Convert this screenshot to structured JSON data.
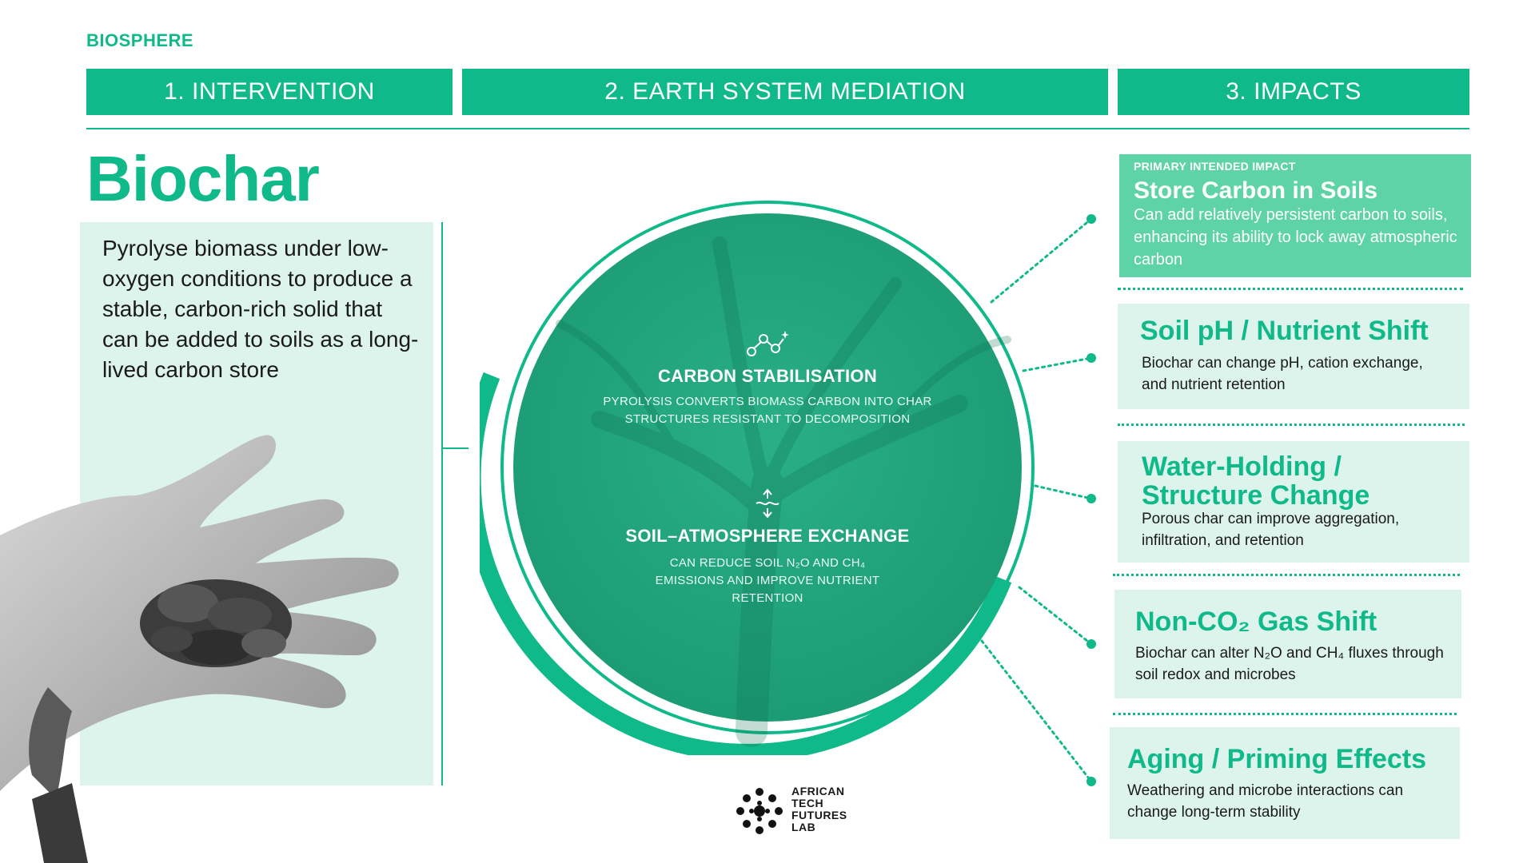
{
  "section_label": "BIOSPHERE",
  "columns": [
    {
      "label": "1. INTERVENTION"
    },
    {
      "label": "2. EARTH SYSTEM MEDIATION"
    },
    {
      "label": "3. IMPACTS"
    }
  ],
  "intervention": {
    "title": "Biochar",
    "description": "Pyrolyse biomass under low-oxygen conditions to produce a stable, carbon-rich solid that can be added to soils as a long-lived carbon store"
  },
  "mediation": [
    {
      "icon": "molecule-icon",
      "title": "CARBON STABILISATION",
      "description": "PYROLYSIS CONVERTS BIOMASS CARBON INTO CHAR STRUCTURES RESISTANT TO DECOMPOSITION"
    },
    {
      "icon": "exchange-arrows-icon",
      "title": "SOIL–ATMOSPHERE EXCHANGE",
      "description": "CAN REDUCE SOIL N₂O AND CH₄ EMISSIONS AND IMPROVE NUTRIENT RETENTION"
    }
  ],
  "primary_impact": {
    "kicker": "PRIMARY INTENDED IMPACT",
    "title": "Store Carbon in Soils",
    "description": "Can add relatively persistent carbon to soils, enhancing its ability to lock away atmospheric carbon"
  },
  "impacts": [
    {
      "title": "Soil pH / Nutrient Shift",
      "description": "Biochar can change pH, cation exchange, and nutrient retention"
    },
    {
      "title": "Water-Holding / Structure Change",
      "description": "Porous char can improve aggregation, infiltration, and retention"
    },
    {
      "title": "Non-CO₂ Gas Shift",
      "description": "Biochar can alter N₂O and CH₄ fluxes through soil redox and microbes"
    },
    {
      "title": "Aging / Priming Effects",
      "description": "Weathering and microbe interactions can change long-term stability"
    }
  ],
  "logo": {
    "lines": [
      "AFRICAN",
      "TECH",
      "FUTURES",
      "LAB"
    ]
  },
  "colors": {
    "accent": "#10b98a",
    "light_panel": "#ddf4ec",
    "primary_box": "#5fd3a8",
    "circle_fill": "#1fa67c"
  }
}
